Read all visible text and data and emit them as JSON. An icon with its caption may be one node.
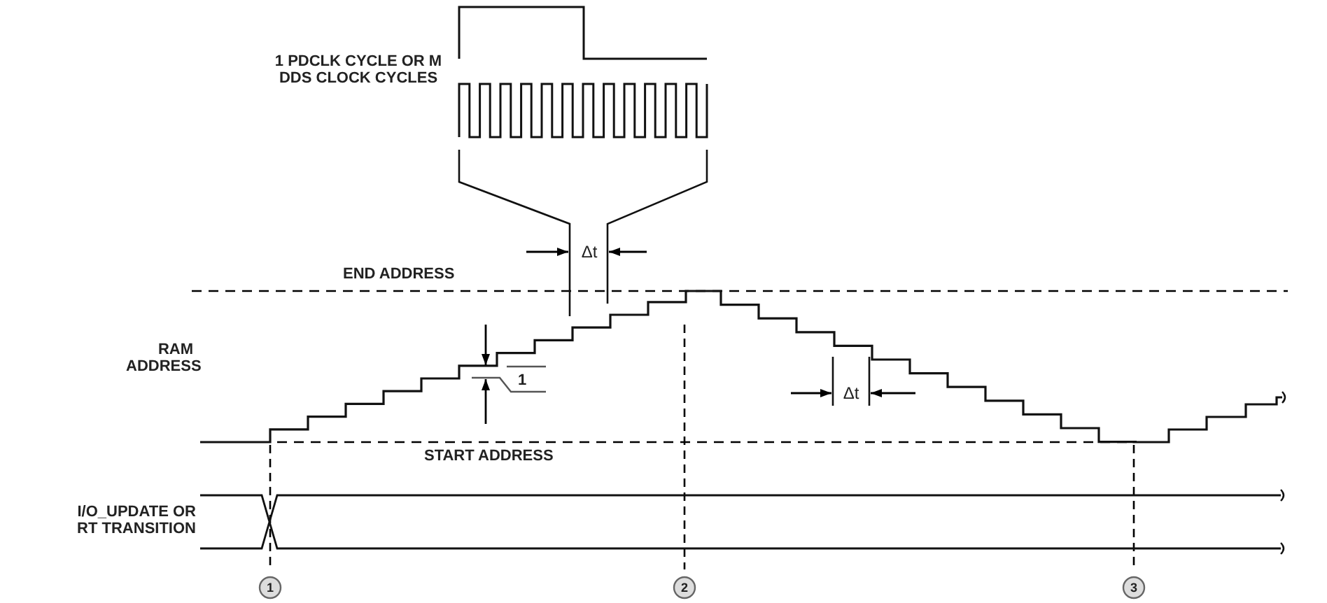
{
  "diagram": {
    "labels": [
      "1 PDCLK CYCLE OR M DDS CLOCK CYCLES",
      "Δt",
      "END ADDRESS",
      "RAM ADDRESS",
      "1",
      "Δt",
      "START ADDRESS",
      "I/O_UPDATE OR RT TRANSITION",
      "1",
      "2",
      "3"
    ]
  }
}
